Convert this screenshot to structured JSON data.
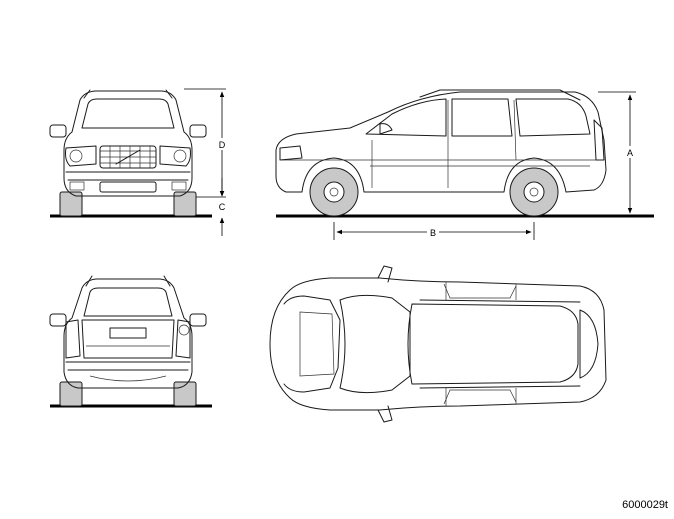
{
  "dimensions": {
    "height_label": "A",
    "wheelbase_label": "B",
    "ground_clearance_label": "C",
    "roof_height_label": "D"
  },
  "figure_code": "6000029t",
  "colors": {
    "line": "#1a1a1a",
    "tyre": "#c8c8c8",
    "ground": "#000000"
  }
}
